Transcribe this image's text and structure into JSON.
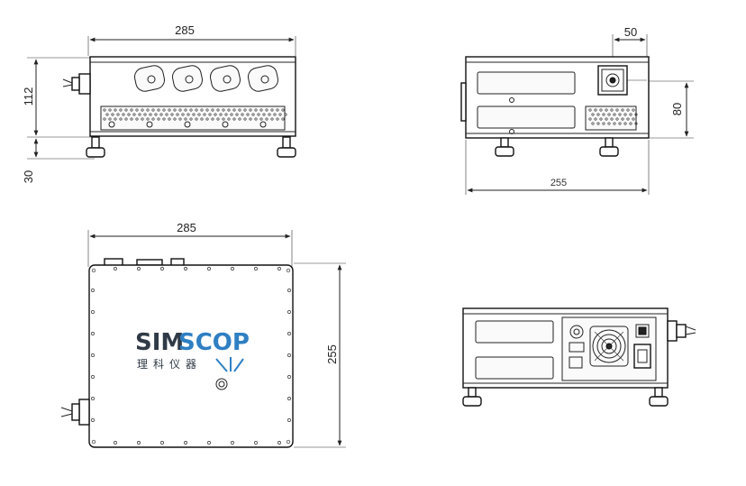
{
  "dimensions": {
    "front_width": "285",
    "front_height": "112",
    "front_feet": "30",
    "side_connector": "50",
    "side_height": "80",
    "side_depth": "255",
    "top_width": "285",
    "top_depth": "255"
  },
  "logo": {
    "brand_black": "SIM",
    "brand_blue": "SCOP",
    "chinese": "理科仪器"
  },
  "colors": {
    "line": "#222222",
    "logo_blue": "#2f7fc3",
    "logo_dark": "#2f3a46"
  }
}
